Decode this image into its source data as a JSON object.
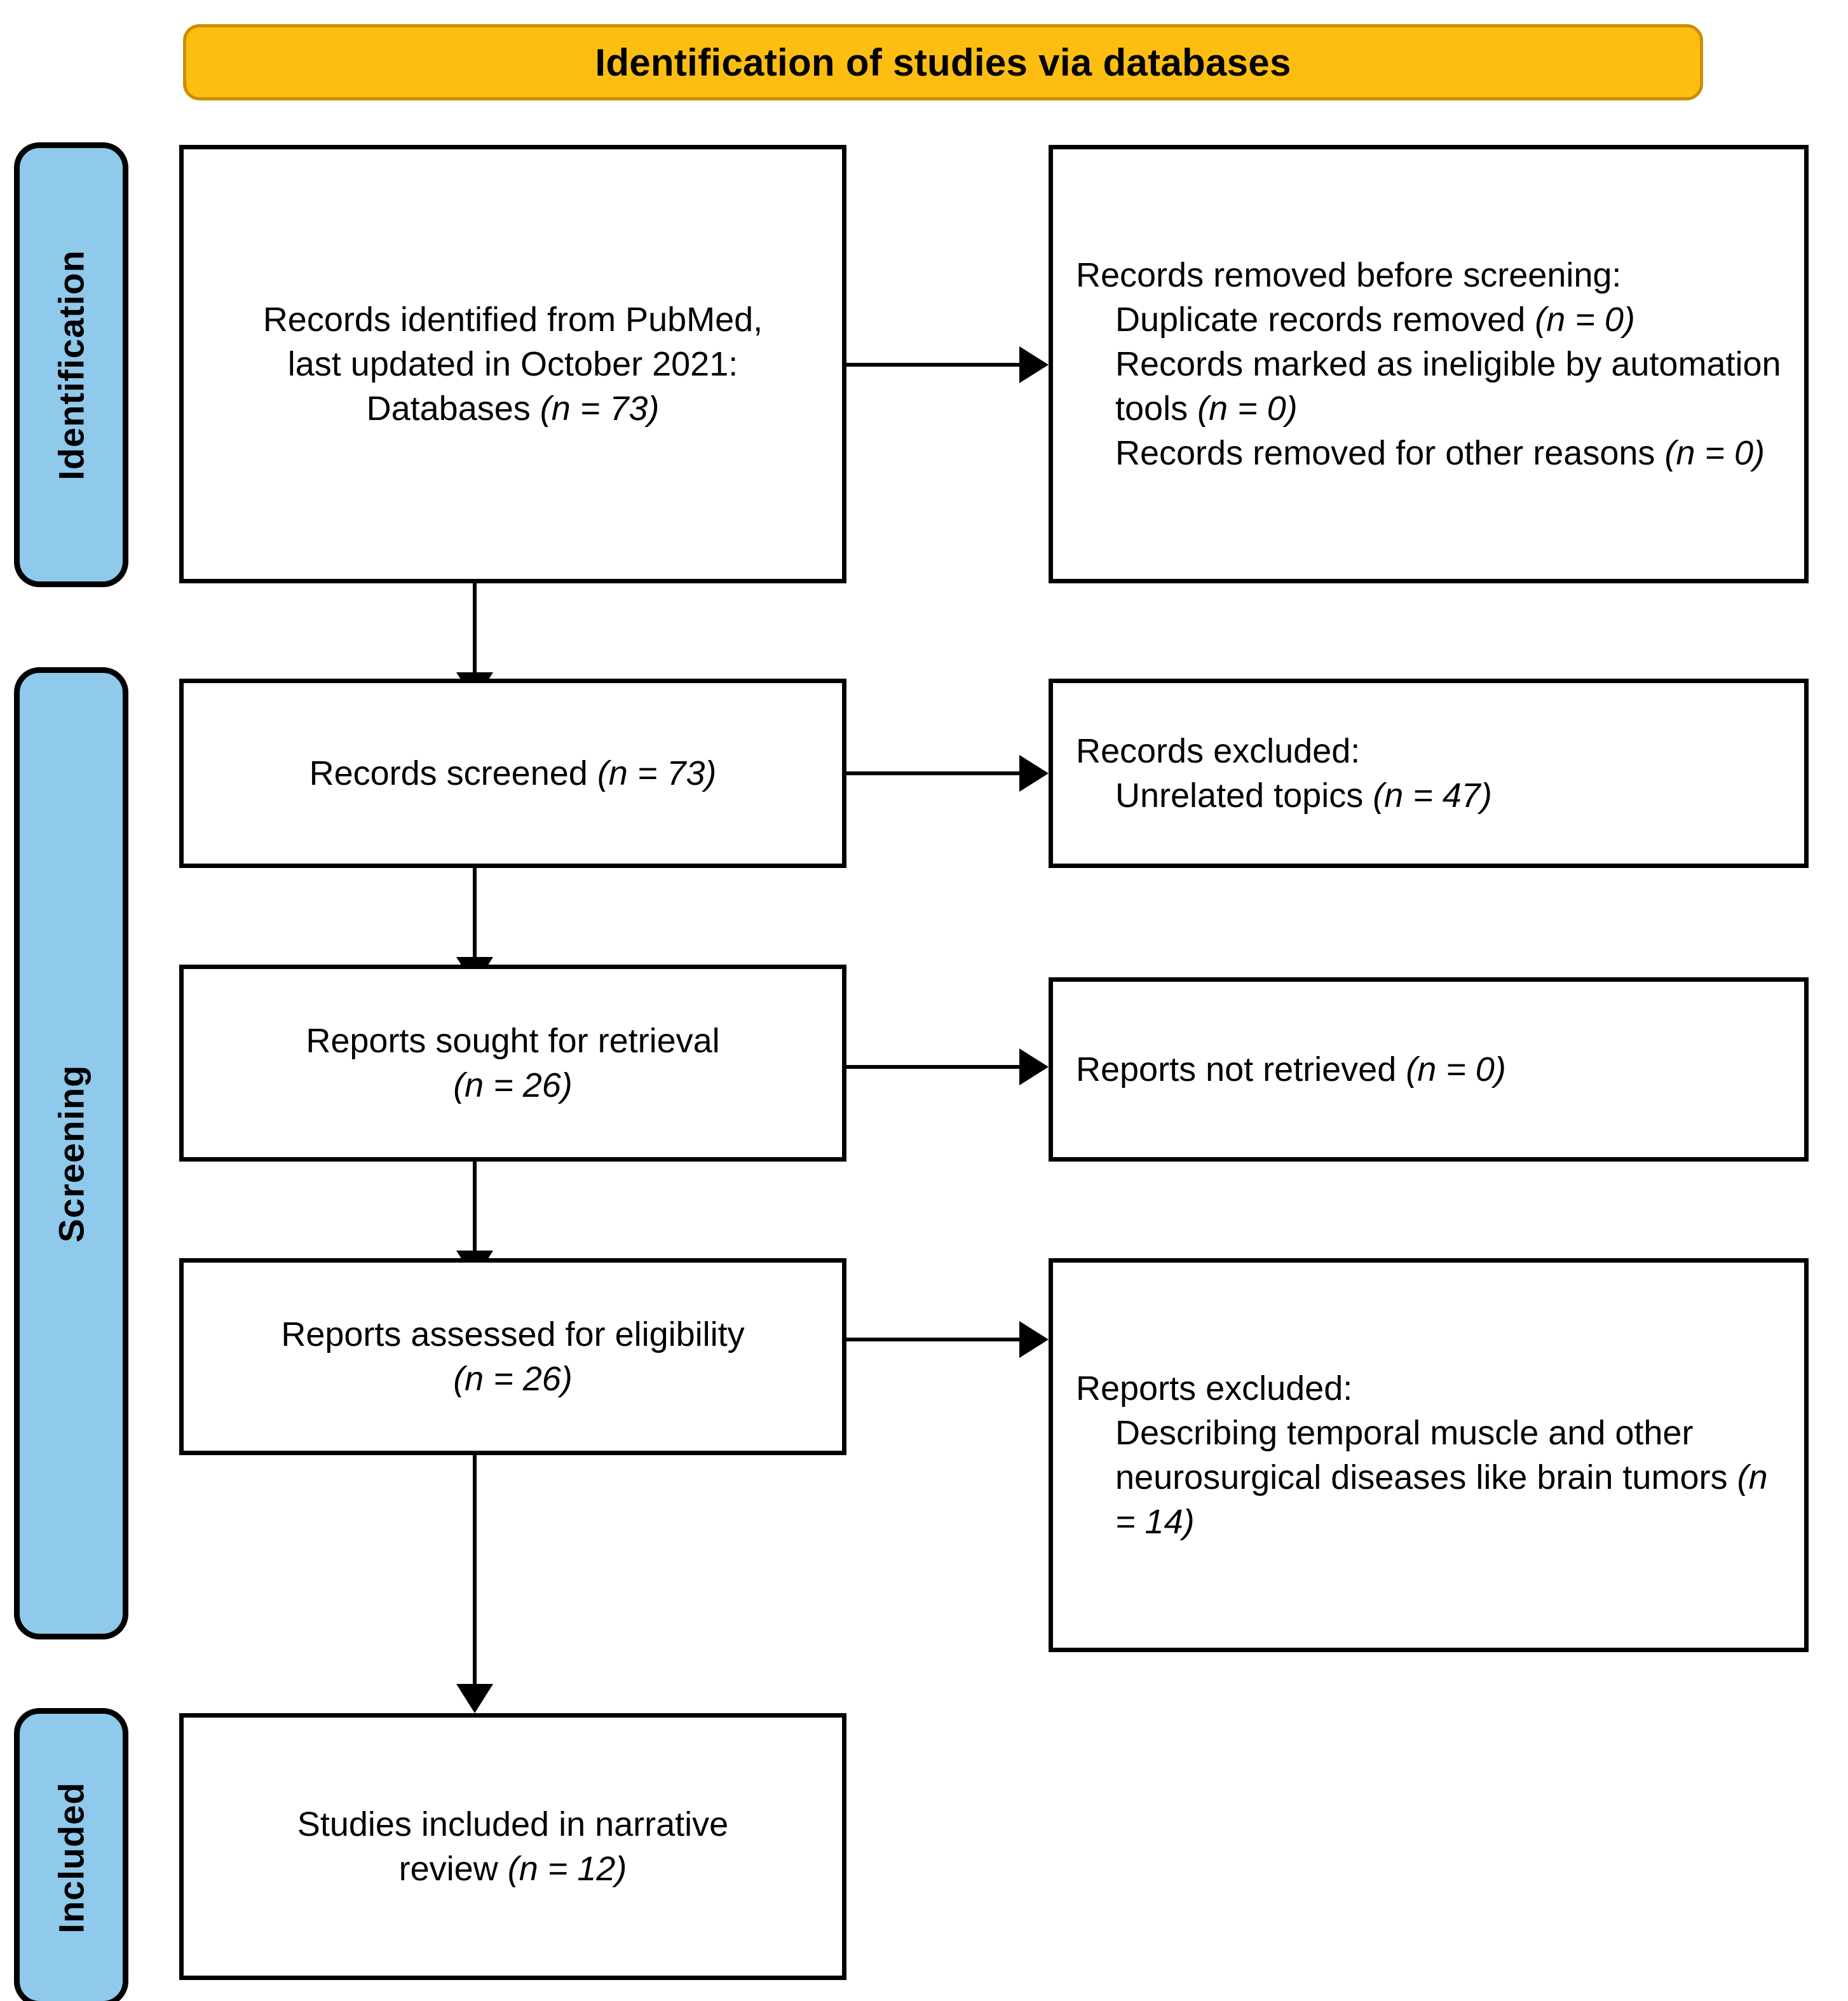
{
  "banner": {
    "title": "Identification of studies via databases"
  },
  "stages": [
    {
      "id": "identification",
      "label": "Identification"
    },
    {
      "id": "screening",
      "label": "Screening"
    },
    {
      "id": "included",
      "label": "Included"
    }
  ],
  "boxes": {
    "identified": {
      "line1": "Records identified from PubMed,",
      "line2": "last updated in October 2021:",
      "line3_text": "Databases ",
      "line3_n": "(n = 73)"
    },
    "removed": {
      "heading": "Records removed before screening:",
      "item1_text": "Duplicate records removed ",
      "item1_n": "(n = 0)",
      "item2_text": "Records marked as ineligible by automation tools ",
      "item2_n": "(n = 0)",
      "item3_text": "Records removed for other reasons ",
      "item3_n": "(n = 0)"
    },
    "screened": {
      "text": "Records screened ",
      "n": "(n = 73)"
    },
    "records_excluded": {
      "heading": "Records excluded:",
      "item1_text": "Unrelated topics ",
      "item1_n": "(n = 47)"
    },
    "sought": {
      "line1": "Reports sought for retrieval",
      "line2_n": "(n = 26)"
    },
    "not_retrieved": {
      "text": "Reports not retrieved ",
      "n": "(n = 0)"
    },
    "assessed": {
      "line1": "Reports assessed for eligibility",
      "line2_n": "(n = 26)"
    },
    "reports_excluded": {
      "heading": "Reports excluded:",
      "item1_text": "Describing temporal muscle and other neurosurgical diseases like brain tumors ",
      "item1_n": "(n = 14)"
    },
    "included_studies": {
      "line1": "Studies included in narrative",
      "line2_text": "review ",
      "line2_n": "(n = 12)"
    }
  },
  "colors": {
    "banner_fill": "#FDBE11",
    "banner_border": "#C98F06",
    "stage_fill": "#8FC9EC",
    "box_border": "#000000",
    "box_fill": "#FFFFFF"
  },
  "chart_data": {
    "type": "diagram",
    "title": "PRISMA 2020 flow diagram",
    "subtitle": "Identification of studies via databases",
    "nodes": [
      {
        "id": "identified",
        "stage": "Identification",
        "column": "left",
        "label": "Records identified from PubMed, last updated in October 2021: Databases",
        "n": 73
      },
      {
        "id": "removed",
        "stage": "Identification",
        "column": "right",
        "label": "Records removed before screening",
        "n": 0,
        "breakdown": [
          {
            "label": "Duplicate records removed",
            "n": 0
          },
          {
            "label": "Records marked as ineligible by automation tools",
            "n": 0
          },
          {
            "label": "Records removed for other reasons",
            "n": 0
          }
        ]
      },
      {
        "id": "screened",
        "stage": "Screening",
        "column": "left",
        "label": "Records screened",
        "n": 73
      },
      {
        "id": "records_excluded",
        "stage": "Screening",
        "column": "right",
        "label": "Records excluded",
        "n": 47,
        "breakdown": [
          {
            "label": "Unrelated topics",
            "n": 47
          }
        ]
      },
      {
        "id": "sought",
        "stage": "Screening",
        "column": "left",
        "label": "Reports sought for retrieval",
        "n": 26
      },
      {
        "id": "not_retrieved",
        "stage": "Screening",
        "column": "right",
        "label": "Reports not retrieved",
        "n": 0
      },
      {
        "id": "assessed",
        "stage": "Screening",
        "column": "left",
        "label": "Reports assessed for eligibility",
        "n": 26
      },
      {
        "id": "reports_excluded",
        "stage": "Screening",
        "column": "right",
        "label": "Reports excluded",
        "n": 14,
        "breakdown": [
          {
            "label": "Describing temporal muscle and other neurosurgical diseases like brain tumors",
            "n": 14
          }
        ]
      },
      {
        "id": "included_studies",
        "stage": "Included",
        "column": "left",
        "label": "Studies included in narrative review",
        "n": 12
      }
    ],
    "edges": [
      {
        "from": "identified",
        "to": "removed",
        "direction": "right"
      },
      {
        "from": "identified",
        "to": "screened",
        "direction": "down"
      },
      {
        "from": "screened",
        "to": "records_excluded",
        "direction": "right"
      },
      {
        "from": "screened",
        "to": "sought",
        "direction": "down"
      },
      {
        "from": "sought",
        "to": "not_retrieved",
        "direction": "right"
      },
      {
        "from": "sought",
        "to": "assessed",
        "direction": "down"
      },
      {
        "from": "assessed",
        "to": "reports_excluded",
        "direction": "right"
      },
      {
        "from": "assessed",
        "to": "included_studies",
        "direction": "down"
      }
    ]
  }
}
